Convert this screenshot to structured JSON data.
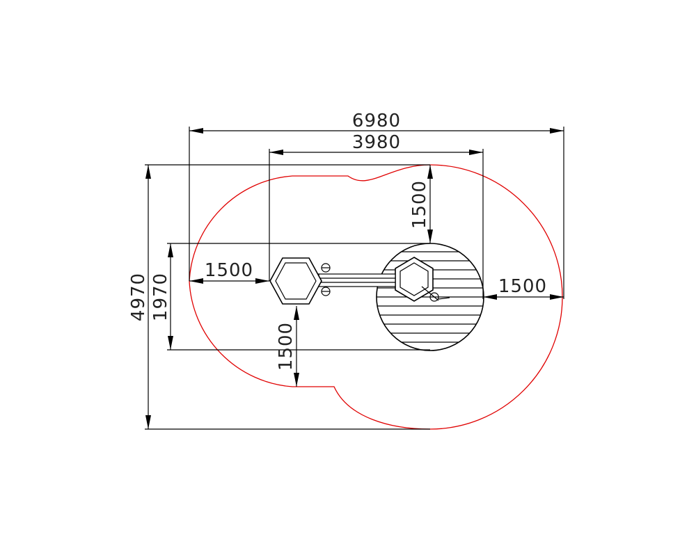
{
  "dimensions": {
    "overall_width": "6980",
    "equipment_width": "3980",
    "overall_depth": "4970",
    "equipment_depth": "1970",
    "clearance_left": "1500",
    "clearance_right": "1500",
    "clearance_top": "1500",
    "clearance_bottom": "1500"
  },
  "colors": {
    "safety_zone": "#e00000",
    "linework": "#000000"
  }
}
